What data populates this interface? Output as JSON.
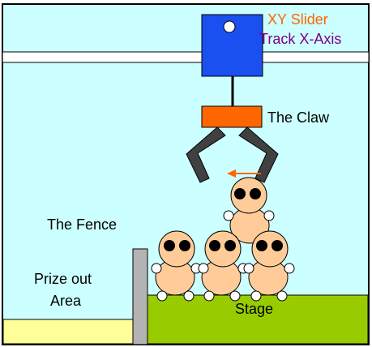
{
  "labels": {
    "xy_slider": "XY Slider",
    "track_x_axis": "Track X-Axis",
    "the_claw": "The Claw",
    "the_fence": "The Fence",
    "prize_out_line1": "Prize out",
    "prize_out_line2": "Area",
    "stage": "Stage"
  },
  "colors": {
    "background": "#ccffff",
    "border": "#000000",
    "rail": "#ffffff",
    "slider": "#1a4ff0",
    "claw_head": "#ff6600",
    "claw_arm": "#404040",
    "arrow": "#ff6600",
    "fence": "#b3b3b3",
    "prize_area": "#ffff99",
    "stage": "#99cc00",
    "prize_face": "#ffcc99",
    "prize_eye": "#000000",
    "prize_hand": "#ffffff",
    "xy_slider_text": "#ff6600",
    "track_text": "#800080"
  },
  "icons": {
    "slider_knob": "circle",
    "motion_arrow": "left-arrow"
  }
}
